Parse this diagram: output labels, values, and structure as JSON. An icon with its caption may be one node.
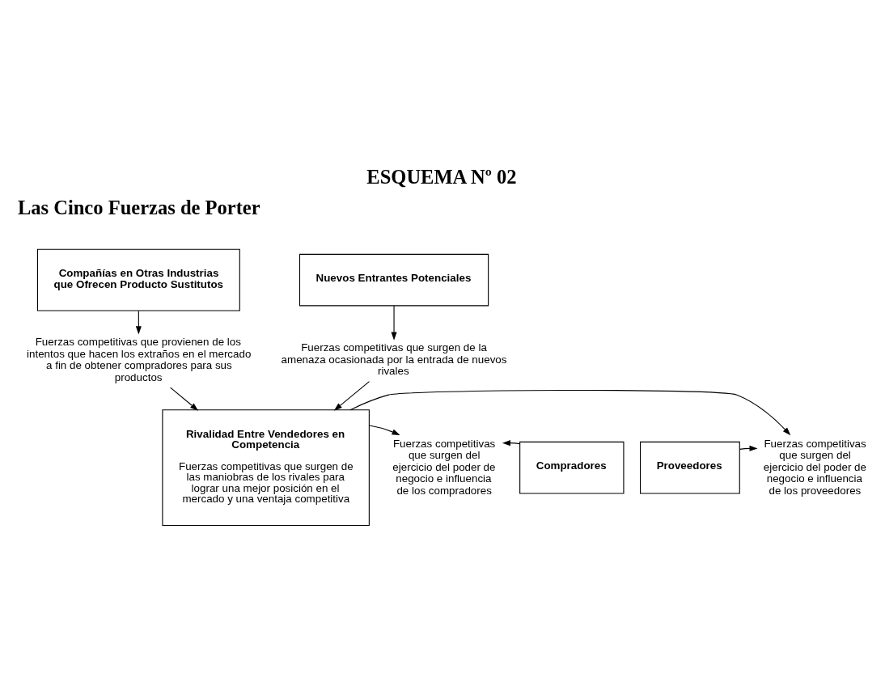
{
  "diagram": {
    "title": "ESQUEMA Nº 02",
    "nodes": [
      {
        "text": [
          "Compañías en Otras Industrias que Ofrecen Producto Sustitutos"
        ]
      },
      {
        "text": [
          "Fuerzas competitivas que provienen de los intentos que hacen los extraños en el mercado a fin de obtener compradores para sus productos"
        ]
      },
      {
        "text": [
          "Rivalidad Entre Vendedores en Competencia",
          "Fuerzas competitivas que surgen de las maniobras de los rivales para lograr una mejor posición en el mercado y una ventaja competitiva"
        ]
      },
      {
        "text": [
          "Proveedores"
        ]
      },
      {
        "text": [
          "Fuerzas competitivas que surgen del ejercicio del poder de negocio e influencia de los proveedores"
        ]
      },
      {
        "text": [
          "Fuerzas competitivas que surgen del ejercicio del poder de negocio e influencia de los compradores"
        ]
      },
      {
        "text": [
          "Compradores"
        ]
      },
      {
        "text": [
          "Fuerzas competitivas que surgen de la amenaza ocasionada por la entrada de nuevos rivales"
        ]
      },
      {
        "text": [
          "Nuevos Entrantes Potenciales"
        ]
      }
    ],
    "edges": [
      {
        "from": 0,
        "to": 1,
        "arrow": "to"
      },
      {
        "from": 1,
        "to": 2,
        "arrow": "to"
      },
      {
        "from": 3,
        "to": 4,
        "arrow": "to"
      },
      {
        "from": 2,
        "to": 4,
        "arrow": "to"
      },
      {
        "from": 2,
        "to": 5,
        "arrow": "to"
      },
      {
        "from": 6,
        "to": 5,
        "arrow": "to"
      },
      {
        "from": 8,
        "to": 7,
        "arrow": "to"
      },
      {
        "from": 7,
        "to": 2,
        "arrow": "to"
      }
    ],
    "labels": [
      "Las Cinco Fuerzas de Porter"
    ]
  }
}
